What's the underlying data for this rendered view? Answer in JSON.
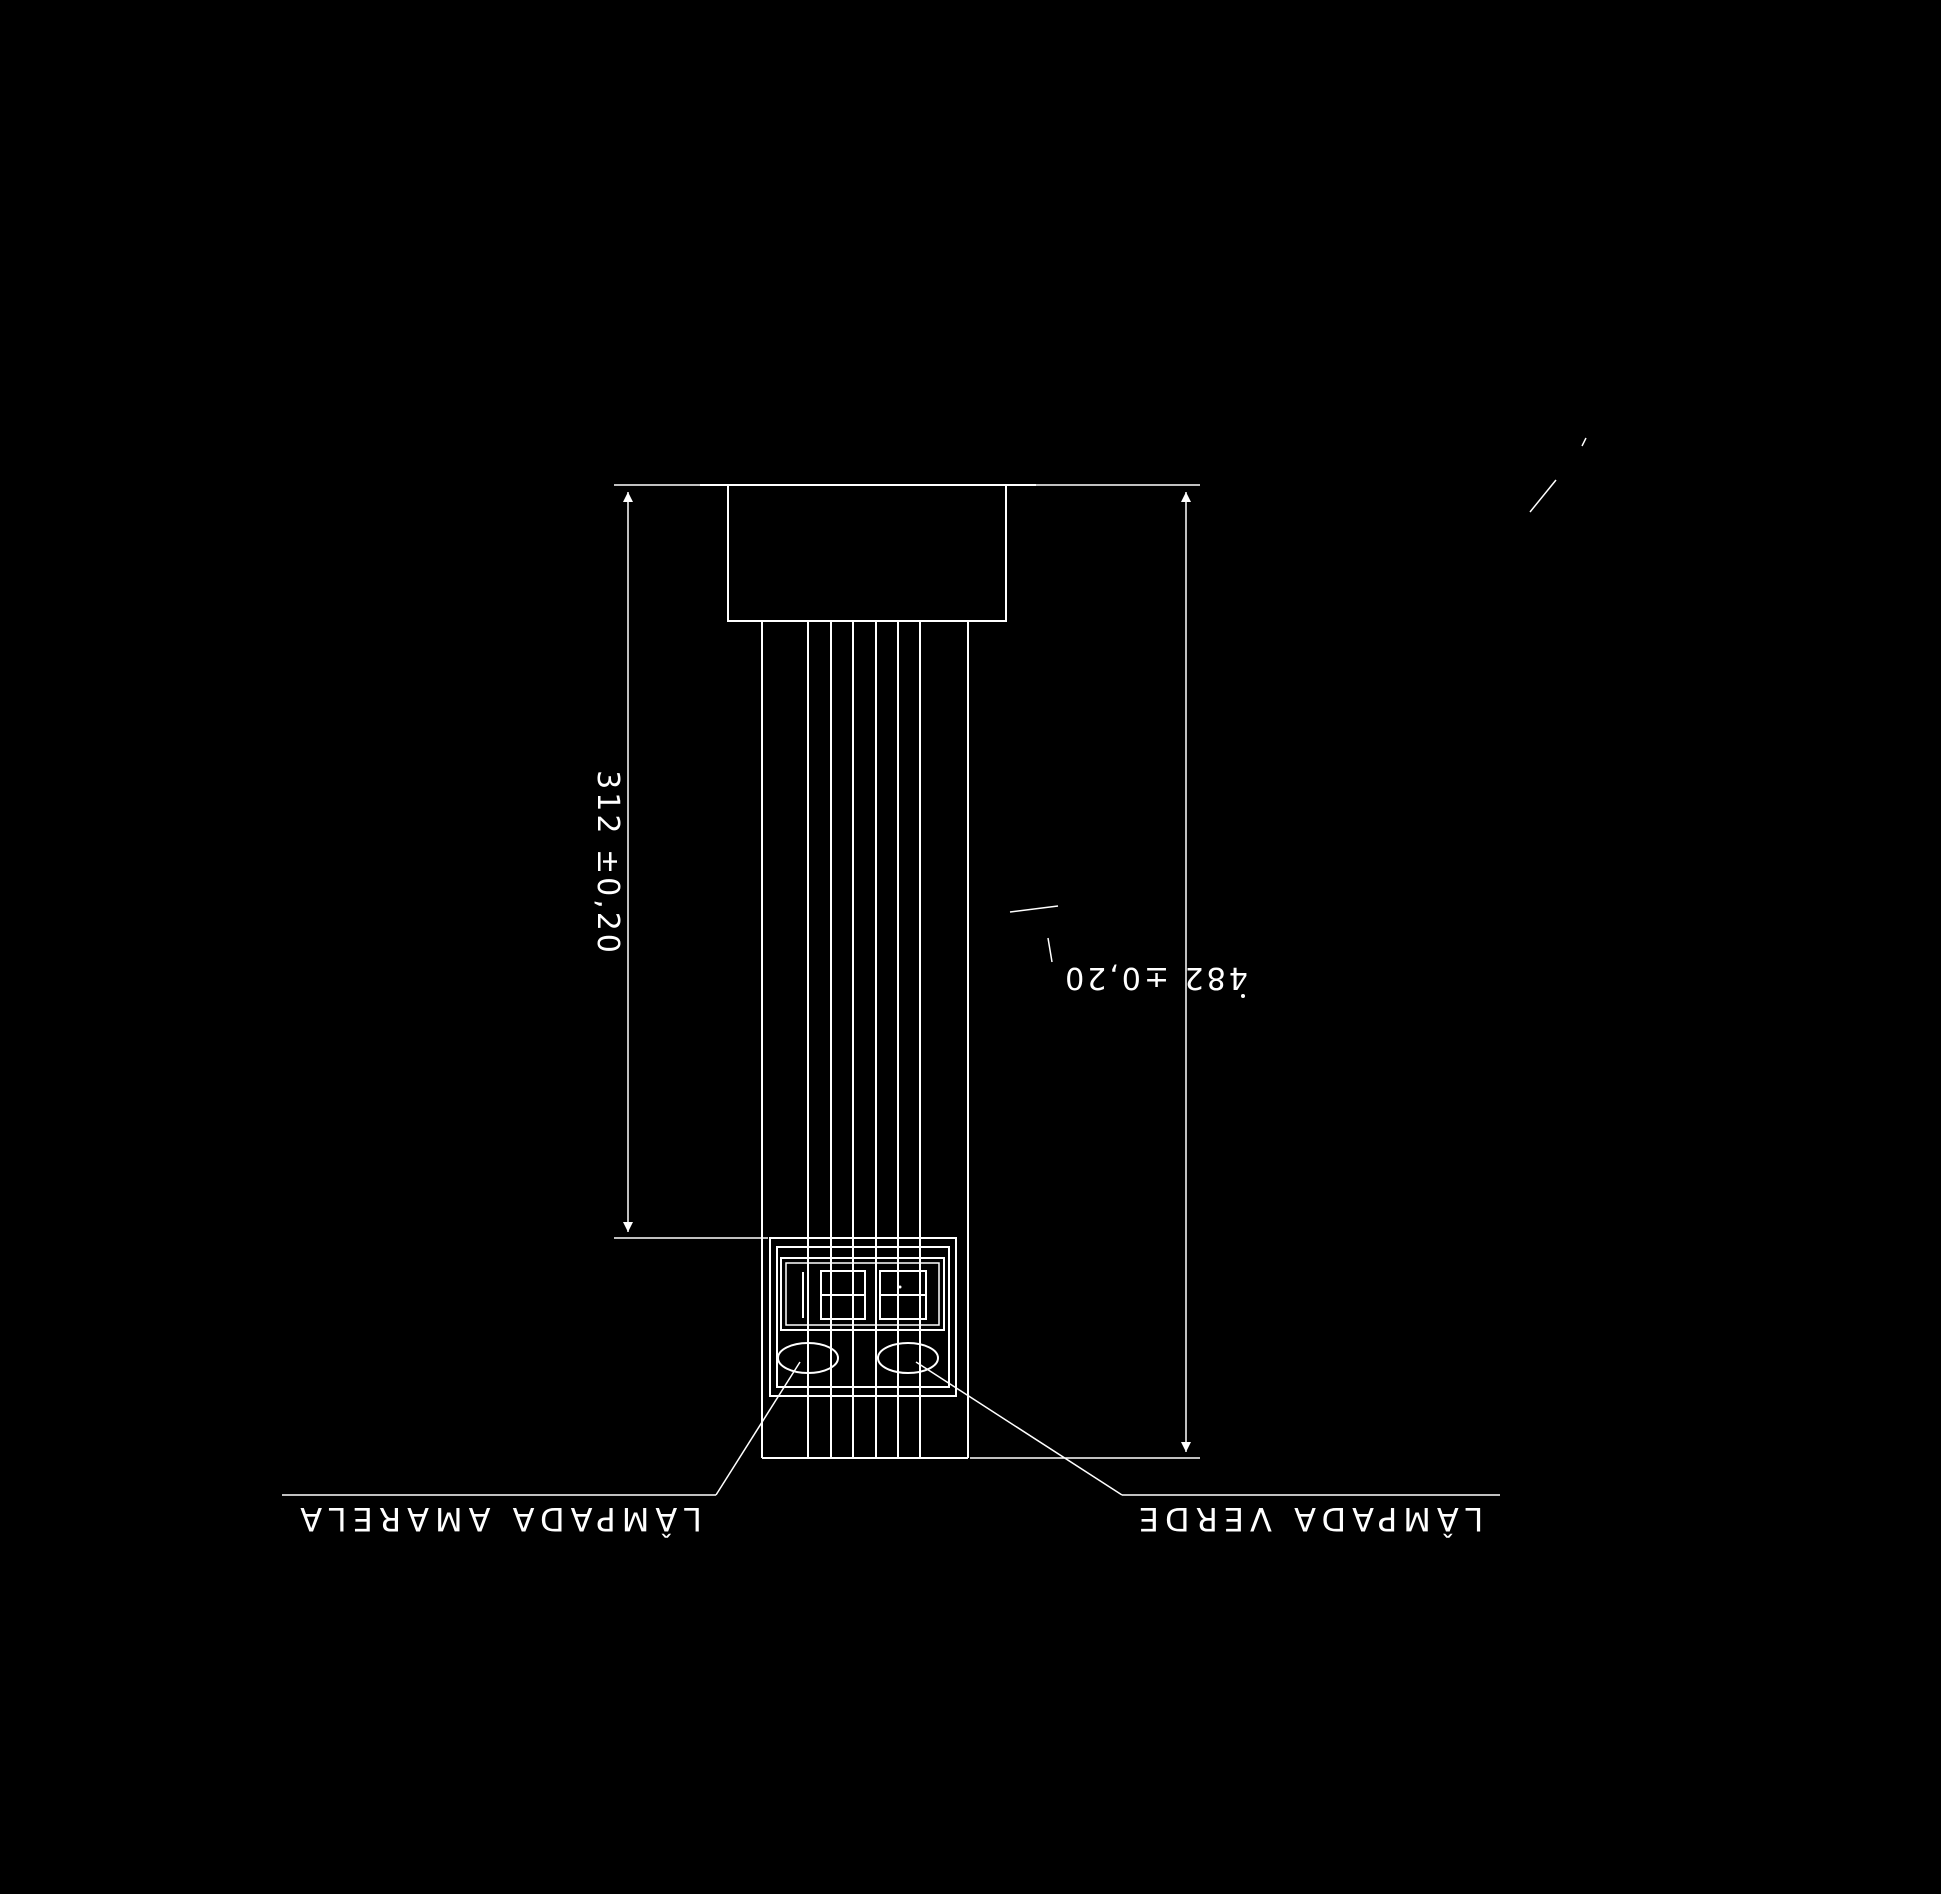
{
  "drawing": {
    "dimension_left": "312 ±0,20",
    "dimension_right": "482 ±0,20",
    "label_left": "LÂMPADA AMARELA",
    "label_right": "LÂMPADA VERDE",
    "display_digits": "188",
    "colors": {
      "background": "#000000",
      "lines": "#ffffff"
    }
  }
}
